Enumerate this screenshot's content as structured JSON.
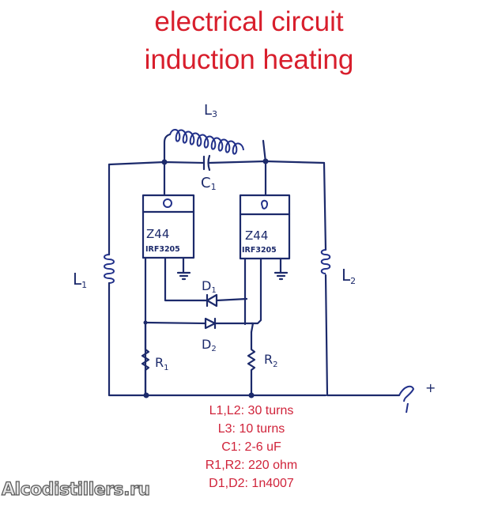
{
  "title": {
    "line1": "electrical circuit",
    "line2": "induction heating"
  },
  "colors": {
    "title": "#d81e2c",
    "ink": "#1c2a6b",
    "specs": "#d0233a"
  },
  "labels": {
    "L3": "L",
    "L3_sub": "3",
    "C1": "C",
    "C1_sub": "1",
    "L1": "L",
    "L1_sub": "1",
    "L2": "L",
    "L2_sub": "2",
    "D1": "D",
    "D1_sub": "1",
    "D2": "D",
    "D2_sub": "2",
    "R1": "R",
    "R1_sub": "1",
    "R2": "R",
    "R2_sub": "2",
    "plus": "+"
  },
  "transistors": [
    {
      "line1": "Z44",
      "line2": "IRF3205"
    },
    {
      "line1": "Z44",
      "line2": "IRF3205"
    }
  ],
  "specs": [
    "L1,L2: 30 turns",
    "L3: 10 turns",
    "C1: 2-6 uF",
    "R1,R2: 220 ohm",
    "D1,D2: 1n4007"
  ],
  "watermark": "Alcodistillers.ru"
}
